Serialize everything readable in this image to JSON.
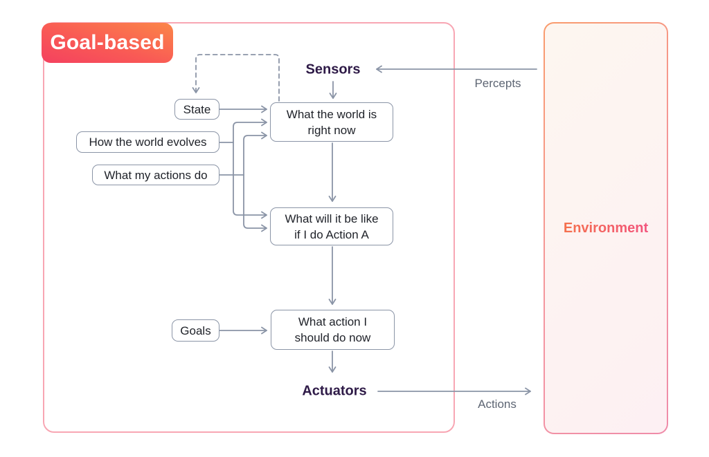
{
  "badge": {
    "label": "Goal-based"
  },
  "agent": {
    "sensors_label": "Sensors",
    "actuators_label": "Actuators",
    "boxes": {
      "state": "State",
      "how_world_evolves": "How the world evolves",
      "what_actions_do": "What my actions do",
      "world_now": "What the world is\nright now",
      "world_if": "What will it be like\nif I do Action A",
      "action_now": "What action I\nshould do now",
      "goals": "Goals"
    }
  },
  "environment": {
    "label": "Environment"
  },
  "flows": {
    "percepts": "Percepts",
    "actions": "Actions"
  },
  "colors": {
    "wire": "#8A94A6",
    "box_border": "#8A94A6",
    "box_text": "#1E2128",
    "io_text_purple": "#2E1A47",
    "flow_text_gray": "#5D6573",
    "container_border": "#F8A6B3",
    "badge_gradient_start": "#F4415F",
    "badge_gradient_end": "#FB8648",
    "env_border_gradient_start": "#F99B6C",
    "env_border_gradient_end": "#EF8CA9",
    "env_fill": "#FDF2F2",
    "env_text_gradient_start": "#F4714D",
    "env_text_gradient_end": "#F2547D"
  }
}
